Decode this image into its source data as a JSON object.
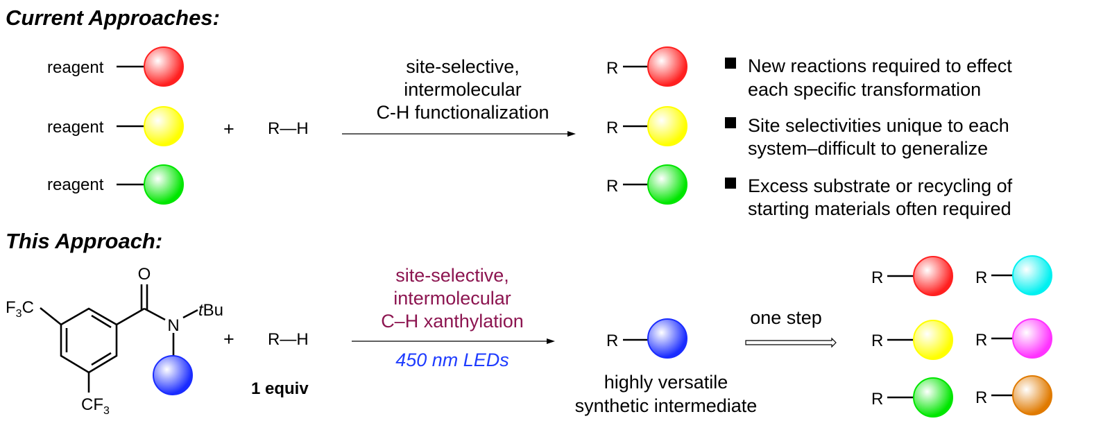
{
  "current": {
    "heading": "Current Approaches:",
    "reagent_label": "reagent",
    "plus": "+",
    "substrate": "R—H",
    "conditions": [
      "site-selective,",
      "intermolecular",
      "C-H functionalization"
    ],
    "product_r": "R",
    "colors": [
      "#ff2020",
      "#ffff00",
      "#00e600"
    ],
    "bullets": [
      [
        "New reactions required to effect",
        "each specific transformation"
      ],
      [
        "Site selectivities unique to each",
        "system–difficult to generalize"
      ],
      [
        "Excess substrate or recycling of",
        "starting materials often required"
      ]
    ]
  },
  "this": {
    "heading": "This Approach:",
    "reagent": {
      "o": "O",
      "n": "N",
      "tbu_t": "t",
      "tbu": "Bu",
      "f3c_left": "F",
      "sub3": "3",
      "c": "C",
      "cf3_bottom_c": "CF",
      "f": "F"
    },
    "plus": "+",
    "substrate": "R—H",
    "equiv": "1 equiv",
    "conditions": [
      "site-selective,",
      "intermolecular",
      "C–H xanthylation"
    ],
    "light": "450 nm LEDs",
    "intermediate_r": "R",
    "intermediate_color": "#1a2cff",
    "intermediate_label": [
      "highly versatile",
      "synthetic intermediate"
    ],
    "step_label": "one step",
    "product_r": "R",
    "product_colors": [
      "#ff2020",
      "#00f0f0",
      "#ffff00",
      "#ff33ff",
      "#00e600",
      "#e07a00"
    ]
  }
}
